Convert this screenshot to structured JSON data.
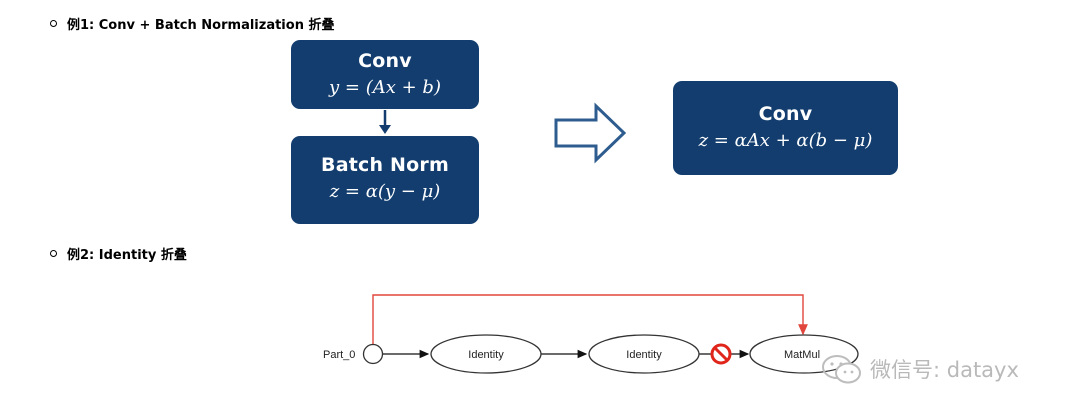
{
  "example1": {
    "heading": "例1: Conv + Batch Normalization 折叠",
    "conv_box": {
      "title": "Conv",
      "formula": "y = (Ax + b)"
    },
    "bn_box": {
      "title": "Batch Norm",
      "formula": "z = α(y − μ)"
    },
    "fused_box": {
      "title": "Conv",
      "formula": "z = αAx + α(b − μ)"
    }
  },
  "example2": {
    "heading": "例2: Identity 折叠",
    "input_label": "Part_0",
    "nodes": [
      "Identity",
      "Identity",
      "MatMul"
    ]
  },
  "watermark": {
    "text": "微信号: datayx"
  },
  "colors": {
    "box_fill": "#123d6e",
    "arrow_outline": "#2e5c8f",
    "bypass_edge": "#e0463c",
    "forbidden_icon": "#e0251b"
  },
  "icons": [
    "down-arrow-icon",
    "hollow-right-arrow-icon",
    "forbidden-icon",
    "wechat-icon"
  ]
}
